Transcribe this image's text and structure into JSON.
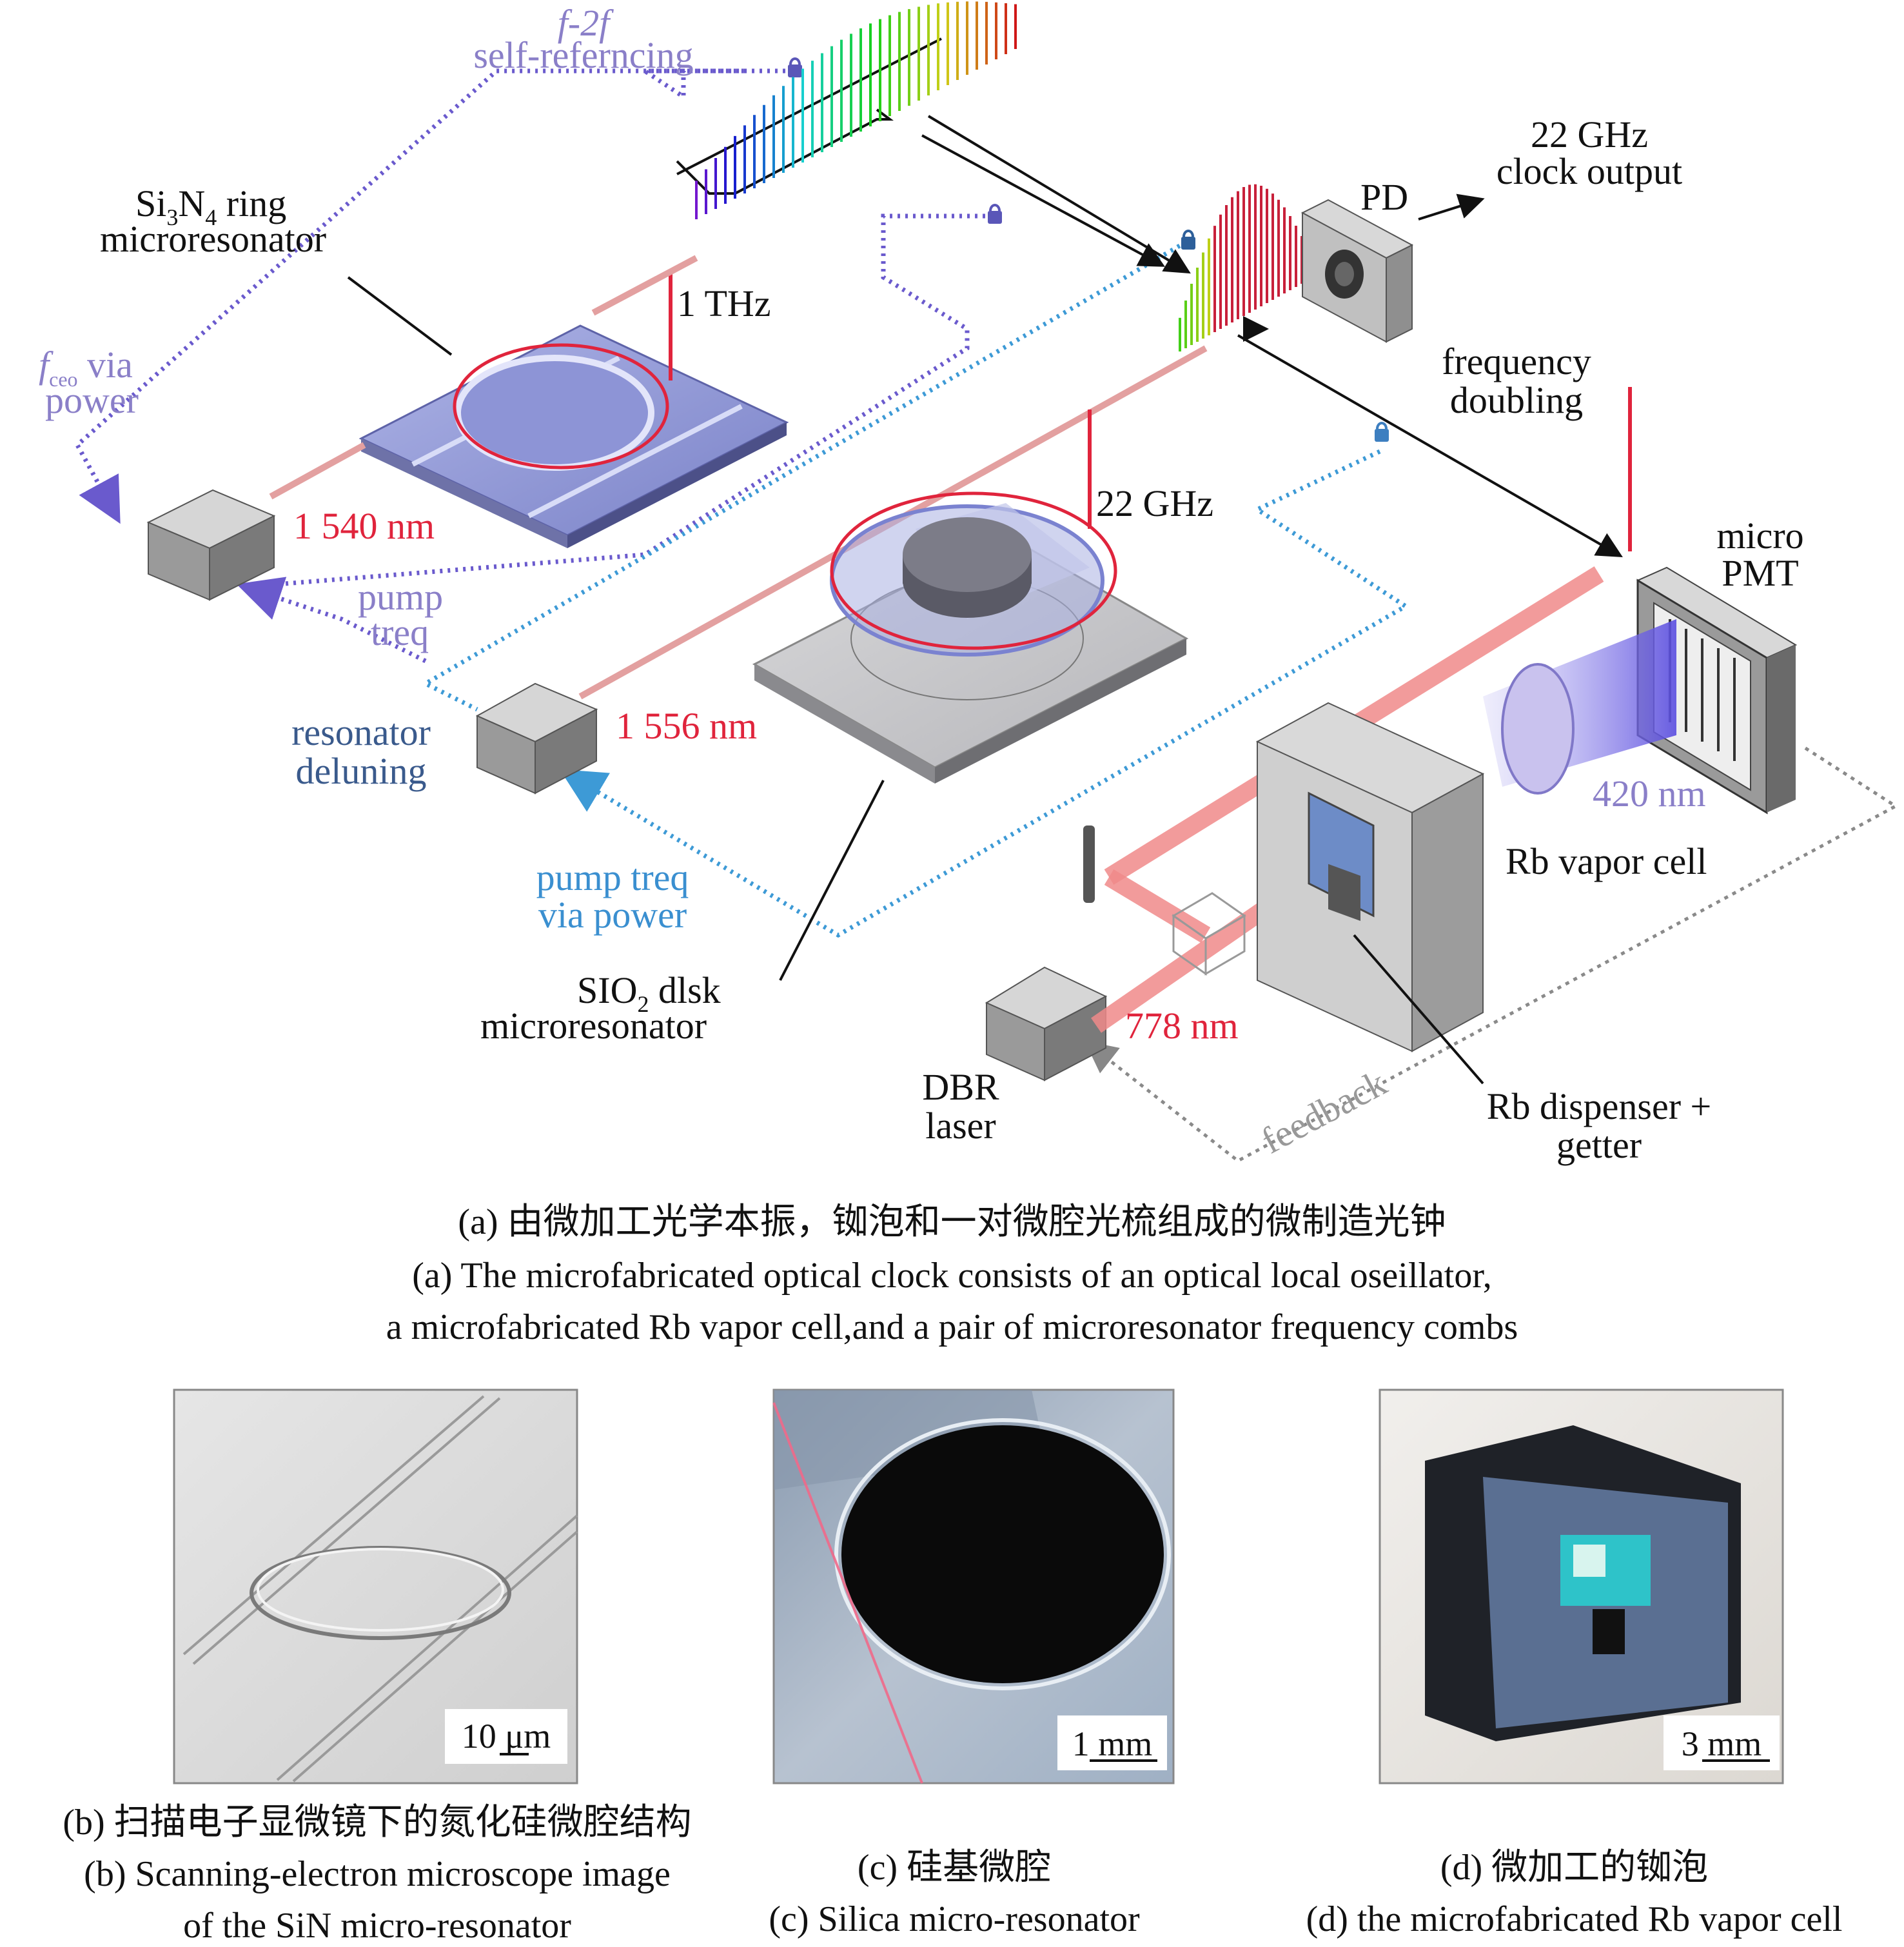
{
  "diagram": {
    "labels": {
      "f2f_line1": "f-2f",
      "f2f_line2": "self-referncing",
      "si3n4_line1": "Si",
      "si3n4_sub3": "3",
      "si3n4_n": "N",
      "si3n4_sub4": "4",
      "si3n4_ring": " ring",
      "si3n4_line2": "microresonator",
      "one_thz": "1 THz",
      "fceo_f": "f",
      "fceo_sub": "ceo",
      "fceo_via": " via",
      "fceo_power": "power",
      "nm1540": "1 540 nm",
      "pump_treq1": "pump",
      "pump_treq2": "treq",
      "ghz22": "22 GHz",
      "pd": "PD",
      "clock_line1": "22 GHz",
      "clock_line2": "clock output",
      "freq_doubling1": "frequency",
      "freq_doubling2": "doubling",
      "micro_pmt1": "micro",
      "micro_pmt2": "PMT",
      "resonator_detuning1": "resonator",
      "resonator_detuning2": "deluning",
      "nm1556": "1 556 nm",
      "nm420": "420 nm",
      "rb_vapor_cell": "Rb vapor cell",
      "pump_treq_power1": "pump treq",
      "pump_treq_power2": "via power",
      "sio2_line1": "SIO",
      "sio2_sub": "2",
      "sio2_disk": " dlsk",
      "sio2_line2": "microresonator",
      "nm778": "778 nm",
      "dbr1": "DBR",
      "dbr2": "laser",
      "feedback": "feedback",
      "rb_dispenser1": "Rb dispenser +",
      "rb_dispenser2": "getter"
    },
    "colors": {
      "red_label": "#e0243c",
      "violet_label": "#8a7fc8",
      "blue_label": "#3a8fd0",
      "dark_blue_label": "#3a5a8c",
      "laser_beam": "#f08a8a",
      "violet_path": "#6a5acd",
      "blue_path": "#3d9ad6"
    }
  },
  "captions": {
    "a_cn": "(a) 由微加工光学本振，铷泡和一对微腔光梳组成的微制造光钟",
    "a_en1": "(a) The microfabricated optical clock consists of an optical local oseillator,",
    "a_en2": "a microfabricated  Rb vapor cell,and a pair of microresonator frequency combs",
    "b_cn": "(b) 扫描电子显微镜下的氮化硅微腔结构",
    "b_en1": "(b) Scanning-electron microscope image",
    "b_en2": "of the SiN micro-resonator",
    "c_cn": "(c) 硅基微腔",
    "c_en": "(c) Silica micro-resonator",
    "d_cn": "(d) 微加工的铷泡",
    "d_en": "(d) the microfabricated Rb vapor cell"
  },
  "photos": {
    "b_scale": "10 μm",
    "c_scale": "1 mm",
    "d_scale": "3 mm"
  }
}
